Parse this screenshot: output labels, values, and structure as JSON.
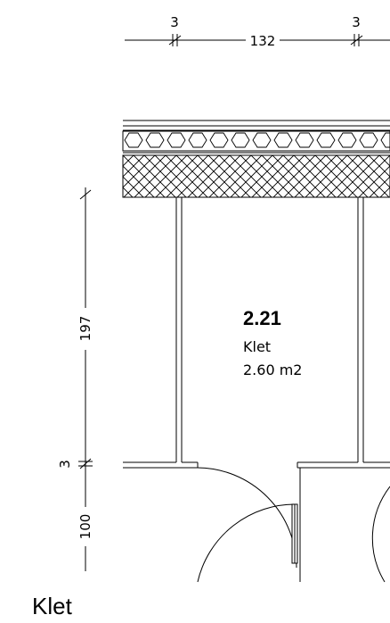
{
  "room": {
    "number": "2.21",
    "name": "Klet",
    "area": "2.60 m2"
  },
  "dimensions": {
    "top": {
      "left_wall": "3",
      "opening": "132",
      "right_wall": "3"
    },
    "left": {
      "height": "197",
      "wall": "3",
      "door": "100"
    }
  },
  "caption": "Klet"
}
